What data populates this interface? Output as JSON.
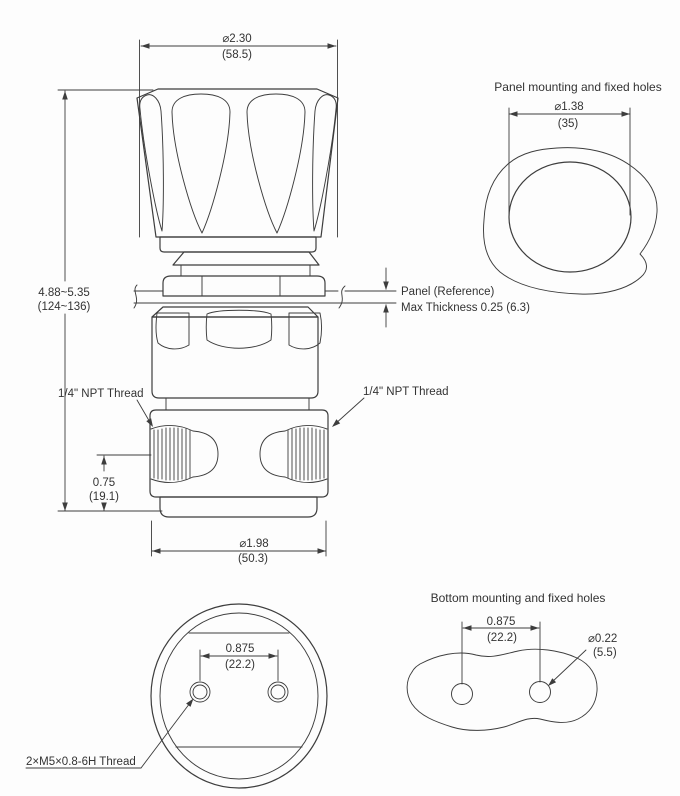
{
  "colors": {
    "line": "#3d3d3d",
    "text": "#333333",
    "background": "#fdfdfd"
  },
  "front": {
    "dia_knob_in": "⌀2.30",
    "dia_knob_mm": "(58.5)",
    "height_in": "4.88~5.35",
    "height_mm": "(124~136)",
    "port_h_in": "0.75",
    "port_h_mm": "(19.1)",
    "dia_body_in": "⌀1.98",
    "dia_body_mm": "(50.3)",
    "npt_left": "1/4\" NPT Thread",
    "npt_right": "1/4\" NPT Thread",
    "panel_ref": "Panel (Reference)",
    "panel_max": "Max Thickness 0.25 (6.3)"
  },
  "panel_mount": {
    "title": "Panel mounting and fixed holes",
    "dia_in": "⌀1.38",
    "dia_mm": "(35)"
  },
  "bottom_view": {
    "spacing_in": "0.875",
    "spacing_mm": "(22.2)",
    "thread_label": "2×M5×0.8-6H Thread"
  },
  "bottom_mount": {
    "title": "Bottom mounting and fixed holes",
    "spacing_in": "0.875",
    "spacing_mm": "(22.2)",
    "dia_in": "⌀0.22",
    "dia_mm": "(5.5)"
  }
}
